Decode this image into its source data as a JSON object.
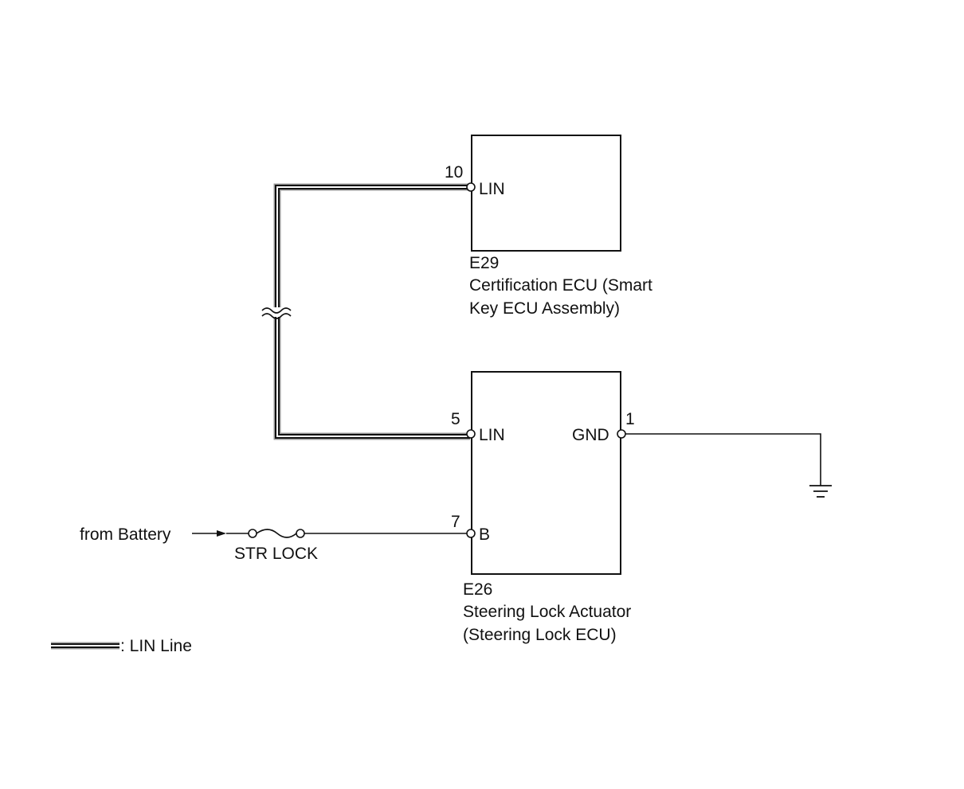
{
  "colors": {
    "line": "#111111",
    "lin_outer": "#9a9a9a",
    "background": "#ffffff"
  },
  "ecu_top": {
    "code": "E29",
    "name_line1": "Certification ECU (Smart",
    "name_line2": "Key ECU Assembly)",
    "pins": {
      "lin_number": "10",
      "lin_label": "LIN"
    }
  },
  "ecu_bottom": {
    "code": "E26",
    "name_line1": "Steering Lock Actuator",
    "name_line2": "(Steering Lock ECU)",
    "pins": {
      "lin_number": "5",
      "lin_label": "LIN",
      "b_number": "7",
      "b_label": "B",
      "gnd_number": "1",
      "gnd_label": "GND"
    }
  },
  "supply": {
    "source_label": "from Battery",
    "fuse_label": "STR LOCK"
  },
  "legend": {
    "label": ": LIN Line"
  }
}
